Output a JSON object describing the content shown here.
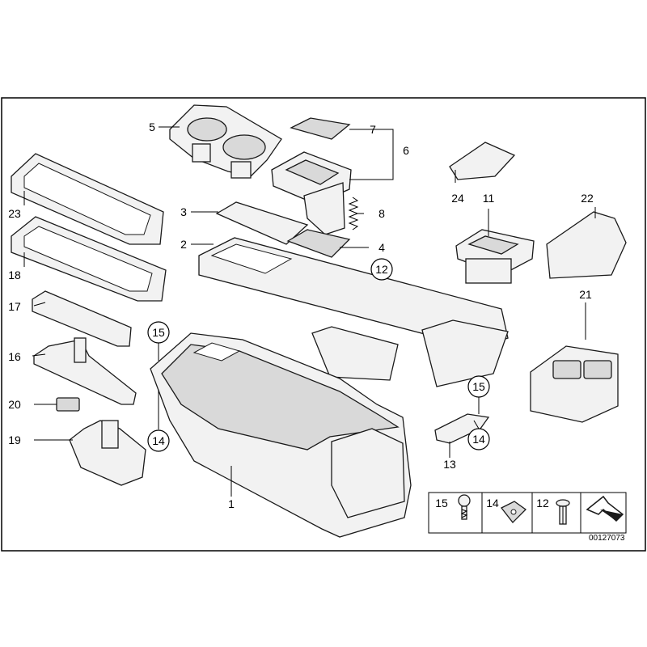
{
  "diagram": {
    "document_id": "00127073",
    "callouts": [
      {
        "label": "1"
      },
      {
        "label": "2"
      },
      {
        "label": "3"
      },
      {
        "label": "4"
      },
      {
        "label": "5"
      },
      {
        "label": "6"
      },
      {
        "label": "7"
      },
      {
        "label": "8"
      },
      {
        "label": "11"
      },
      {
        "label": "12"
      },
      {
        "label": "13"
      },
      {
        "label": "14"
      },
      {
        "label": "15"
      },
      {
        "label": "16"
      },
      {
        "label": "17"
      },
      {
        "label": "18"
      },
      {
        "label": "19"
      },
      {
        "label": "20"
      },
      {
        "label": "21"
      },
      {
        "label": "22"
      },
      {
        "label": "23"
      },
      {
        "label": "24"
      }
    ],
    "circled_callouts": [
      {
        "label": "15"
      },
      {
        "label": "14"
      },
      {
        "label": "12"
      },
      {
        "label": "15"
      },
      {
        "label": "14"
      }
    ],
    "legend": [
      {
        "label": "15",
        "icon": "screw-icon"
      },
      {
        "label": "14",
        "icon": "clip-nut-icon"
      },
      {
        "label": "12",
        "icon": "expanding-rivet-icon"
      },
      {
        "label": "",
        "icon": "arrow-symbol-icon"
      }
    ]
  }
}
